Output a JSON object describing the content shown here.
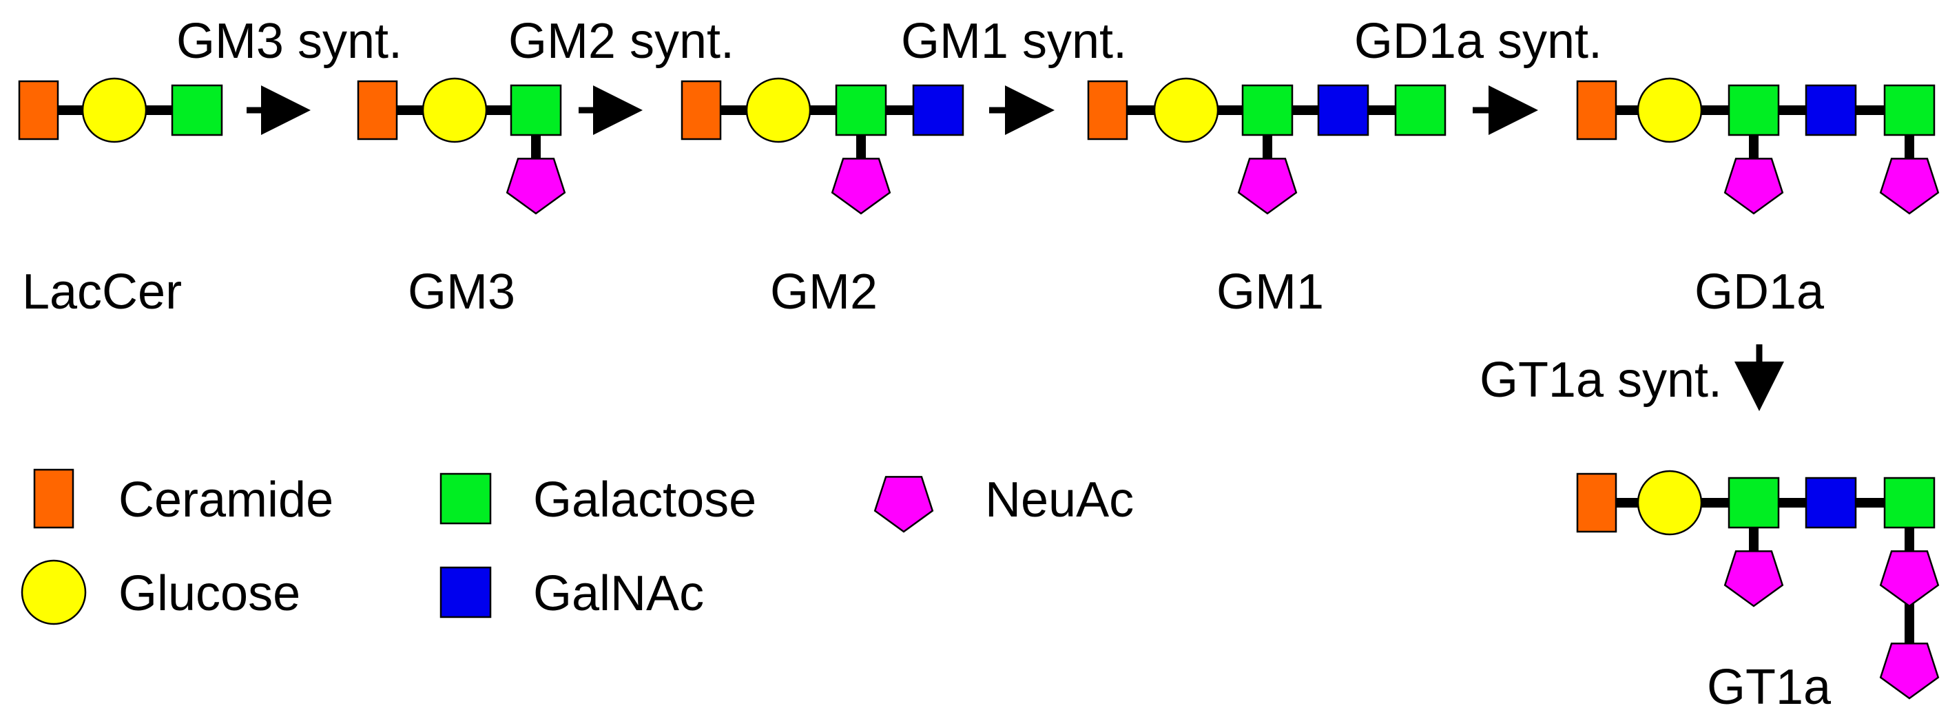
{
  "colors": {
    "ceramide": "#FF6600",
    "glucose": "#FFFF00",
    "galactose": "#00EE22",
    "galnac": "#0000EE",
    "neuac": "#FF00FF",
    "line": "#000000"
  },
  "steps": [
    {
      "id": "gm3-synthase",
      "label": "GM3 synt."
    },
    {
      "id": "gm2-synthase",
      "label": "GM2 synt."
    },
    {
      "id": "gm1-synthase",
      "label": "GM1 synt."
    },
    {
      "id": "gd1a-synthase",
      "label": "GD1a synt."
    },
    {
      "id": "gt1a-synthase",
      "label": "GT1a synt."
    }
  ],
  "compounds": [
    {
      "id": "laccer",
      "label": "LacCer"
    },
    {
      "id": "gm3",
      "label": "GM3"
    },
    {
      "id": "gm2",
      "label": "GM2"
    },
    {
      "id": "gm1",
      "label": "GM1"
    },
    {
      "id": "gd1a",
      "label": "GD1a"
    },
    {
      "id": "gt1a",
      "label": "GT1a"
    }
  ],
  "legend": [
    {
      "id": "ceramide",
      "symbol": "square",
      "label": "Ceramide"
    },
    {
      "id": "glucose",
      "symbol": "circle",
      "label": "Glucose"
    },
    {
      "id": "galactose",
      "symbol": "square",
      "label": "Galactose"
    },
    {
      "id": "galnac",
      "symbol": "square",
      "label": "GalNAc"
    },
    {
      "id": "neuac",
      "symbol": "pentagon",
      "label": "NeuAc"
    }
  ]
}
